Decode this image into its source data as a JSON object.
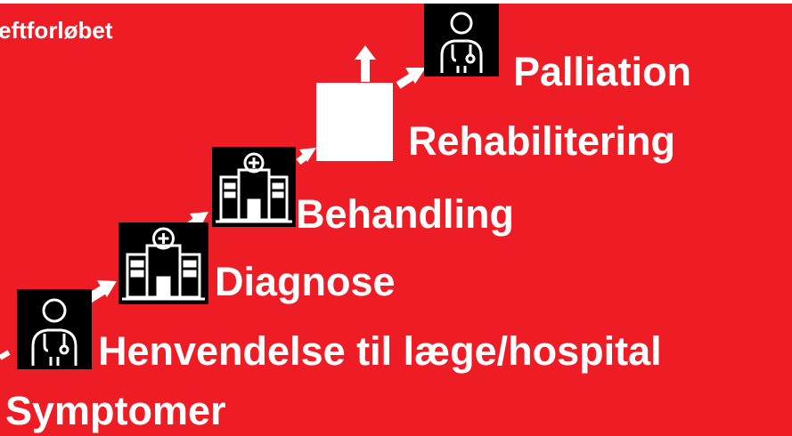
{
  "title": "eftforløbet",
  "steps": {
    "symptomer": {
      "label": "Symptomer"
    },
    "henvendelse": {
      "label": "Henvendelse til læge/hospital",
      "icon": "doctor-icon"
    },
    "diagnose": {
      "label": "Diagnose",
      "icon": "hospital-icon"
    },
    "behandling": {
      "label": "Behandling",
      "icon": "hospital-icon"
    },
    "rehabilitering": {
      "label": "Rehabilitering"
    },
    "palliation": {
      "label": "Palliation",
      "icon": "doctor-icon"
    }
  },
  "colors": {
    "background": "#ee1c25",
    "text": "#ffffff",
    "icon_background": "#000000",
    "arrow": "#ffffff"
  }
}
